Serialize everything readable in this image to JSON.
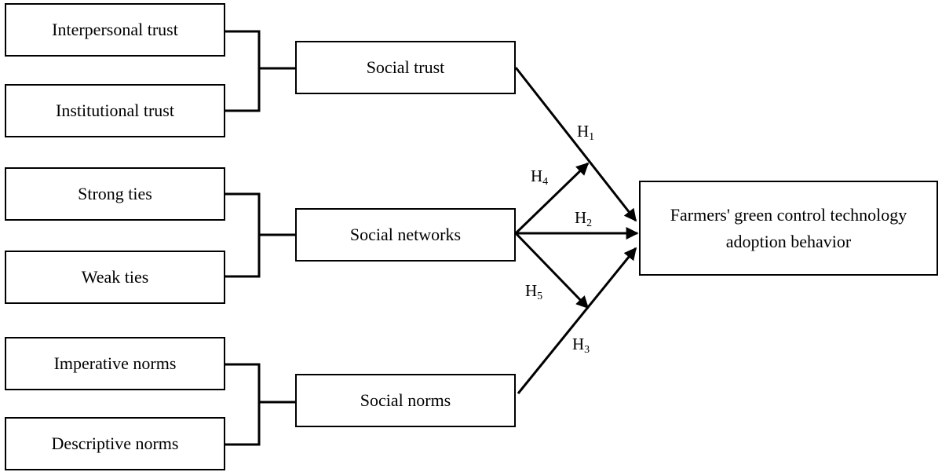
{
  "level1": {
    "interpersonal_trust": "Interpersonal trust",
    "institutional_trust": "Institutional trust",
    "strong_ties": "Strong ties",
    "weak_ties": "Weak ties",
    "imperative_norms": "Imperative norms",
    "descriptive_norms": "Descriptive norms"
  },
  "level2": {
    "social_trust": "Social trust",
    "social_networks": "Social networks",
    "social_norms": "Social norms"
  },
  "outcome": {
    "line1": "Farmers' green control technology",
    "line2": "adoption behavior"
  },
  "hypotheses": {
    "h1": {
      "letter": "H",
      "num": "1"
    },
    "h2": {
      "letter": "H",
      "num": "2"
    },
    "h3": {
      "letter": "H",
      "num": "3"
    },
    "h4": {
      "letter": "H",
      "num": "4"
    },
    "h5": {
      "letter": "H",
      "num": "5"
    }
  },
  "colors": {
    "stroke": "#000000",
    "background": "#ffffff"
  }
}
